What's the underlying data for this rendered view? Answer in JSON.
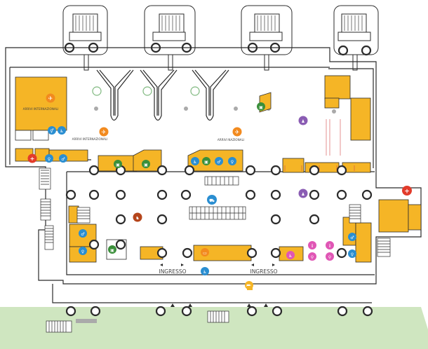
{
  "labels": {
    "arrivals_international_room": "ARRIVI INTERNAZIONALI",
    "arrivals_international_a": "ARRIVI INTERNAZIONALI",
    "arrivals_national": "ARRIVI NAZIONALI",
    "entrance_left": "INGRESSO",
    "entrance_right": "INGRESSO"
  },
  "colors": {
    "wall": "#2b2b2b",
    "room": "#f5b526",
    "apron": "#cfe6c0",
    "arrivals": "#f28a1e",
    "toilets": "#2a8ed1",
    "first_aid": "#e23b2a",
    "lost_luggage": "#3a8f3a",
    "meeting_point": "#9b59b6",
    "info_purple": "#8a5cb3",
    "info_pink": "#e056b5",
    "dog_area": "#b5451b",
    "baggage": "#7fb87f"
  },
  "icons": {
    "arrivals": "plane-arrival-icon",
    "toilets": "toilets-icon",
    "first_aid": "first-aid-icon",
    "lost_luggage": "lost-luggage-icon",
    "meeting_point": "meeting-point-icon",
    "info": "info-icon",
    "accessibility": "accessibility-icon",
    "atm": "atm-icon",
    "taxi": "taxi-icon",
    "dog_area": "dog-area-icon"
  }
}
